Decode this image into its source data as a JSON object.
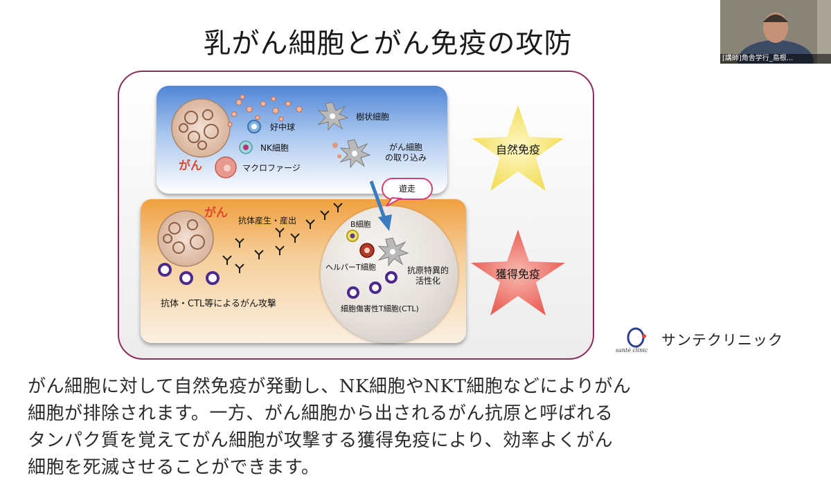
{
  "slide": {
    "title": "乳がん細胞とがん免疫の攻防"
  },
  "innate": {
    "neutrophil": "好中球",
    "nk_cell": "NK細胞",
    "macrophage": "マクロファージ",
    "dendritic_cell": "樹状細胞",
    "uptake_line1": "がん細胞",
    "uptake_line2": "の取り込み",
    "cancer": "がん",
    "star_label": "自然免疫",
    "star_color": "#f5e676"
  },
  "migration": {
    "label": "遊走",
    "arrow_color": "#3b7bbf"
  },
  "acquired": {
    "cancer": "がん",
    "antibody_production": "抗体産生・産出",
    "attack": "抗体・CTL等によるがん攻撃",
    "b_cell": "B細胞",
    "helper_t": "ヘルパーT細胞",
    "activation_line1": "抗原特異的",
    "activation_line2": "活性化",
    "ctl": "細胞傷害性T細胞(CTL)",
    "star_label": "獲得免疫",
    "star_color": "#e5514a"
  },
  "logo": {
    "name": "サンテクリニック",
    "sub": "santé clinic"
  },
  "webcam": {
    "label": "[講師]角舎学行_島根..."
  },
  "paragraph": {
    "line1": "がん細胞に対して自然免疫が発動し、NK細胞やNKT細胞などによりがん",
    "line2": "細胞が排除されます。一方、がん細胞から出されるがん抗原と呼ばれる",
    "line3": "タンパク質を覚えてがん細胞が攻撃する獲得免疫により、効率よくがん",
    "line4": "細胞を死滅させることができます。"
  }
}
